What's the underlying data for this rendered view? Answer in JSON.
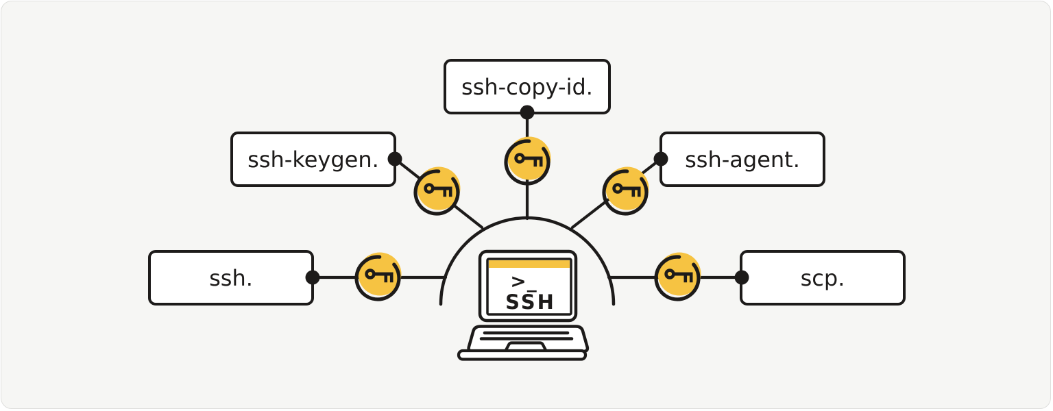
{
  "canvas": {
    "page_background": "#FFFFFF",
    "background_color": "#F6F6F4",
    "border_color": "#DEDEDC"
  },
  "palette": {
    "ink": "#1D1B1A",
    "key_yellow": "#F6C342",
    "box_fill": "#FFFFFF"
  },
  "laptop": {
    "terminal_prompt": ">_",
    "screen_label": "SSH"
  },
  "commands": {
    "ssh_copy_id": {
      "label": "ssh-copy-id."
    },
    "ssh_keygen": {
      "label": "ssh-keygen."
    },
    "ssh_agent": {
      "label": "ssh-agent."
    },
    "ssh": {
      "label": "ssh."
    },
    "scp": {
      "label": "scp."
    }
  }
}
